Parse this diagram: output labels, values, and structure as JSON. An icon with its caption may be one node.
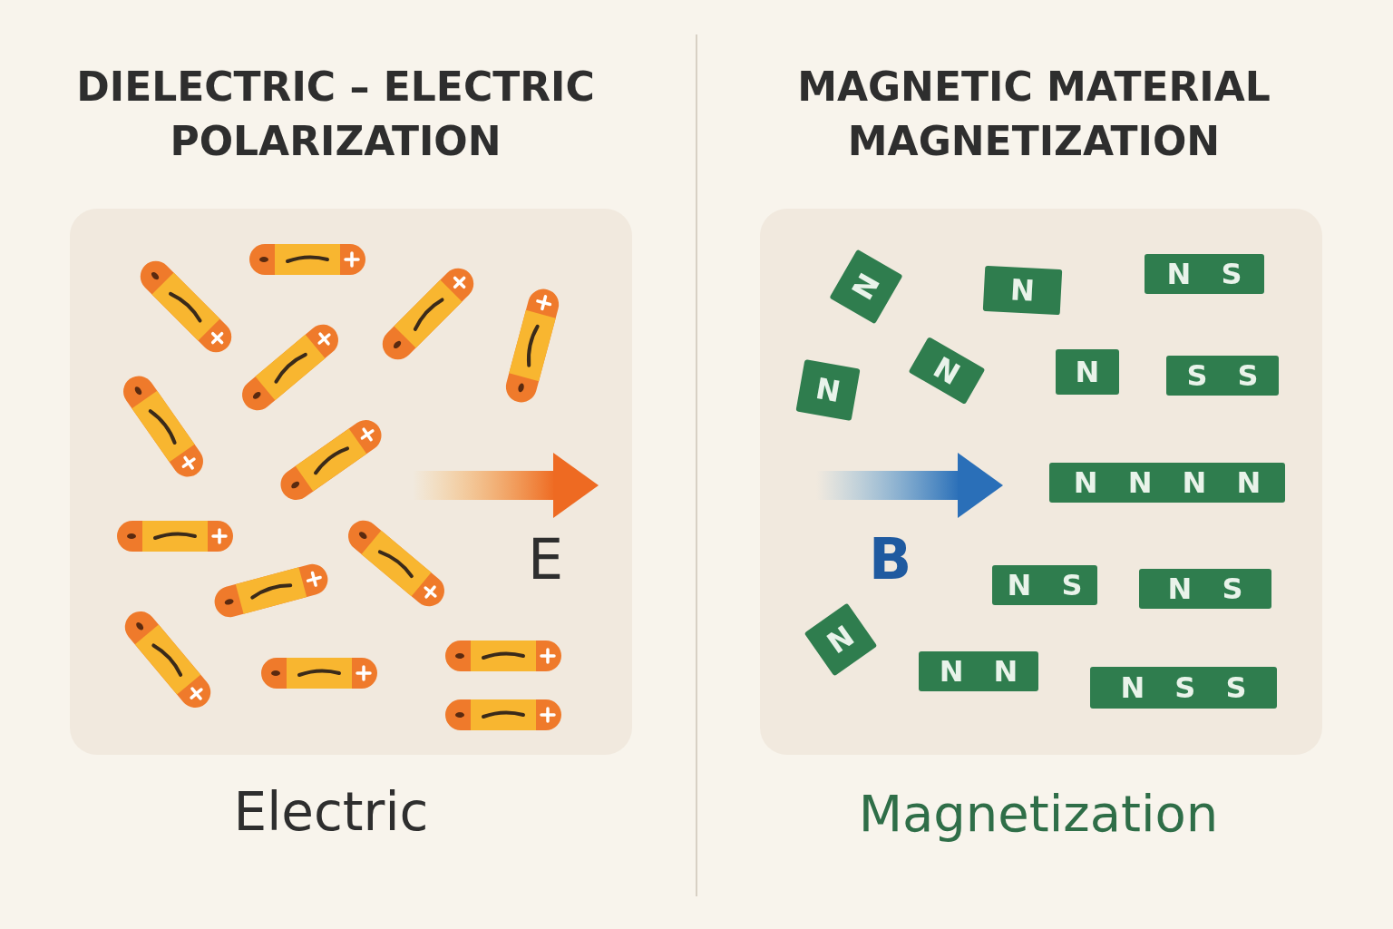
{
  "diagram": {
    "labels": [
      "DIELECTRIC – ELECTRIC POLARIZATION",
      "MAGNETIC MATERIAL MAGNETIZATION",
      "N",
      "N",
      "N S",
      "N",
      "N",
      "N",
      "S S",
      "N N N N",
      "N S",
      "N S",
      "N",
      "N N",
      "N S S",
      "E",
      "B",
      "Electric",
      "Magnetization"
    ]
  }
}
